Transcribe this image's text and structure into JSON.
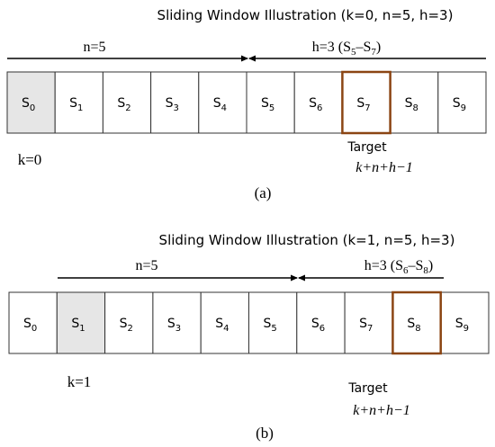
{
  "colors": {
    "highlight_fill": "#e6e6e6",
    "target_border": "#8b4513",
    "cell_border": "#333333",
    "arrow": "#000000"
  },
  "panels": [
    {
      "title": "Sliding Window Illustration (k=0, n=5, h=3)",
      "n_label": "n=5",
      "h_label_prefix": "h=3 (S",
      "h_sub_start": "5",
      "h_mid": "–S",
      "h_sub_end": "7",
      "h_suffix": ")",
      "k_label": "k=0",
      "target_label": "Target",
      "target_formula": "k+n+h−1",
      "caption": "(a)",
      "highlight_index": 0,
      "target_index": 7,
      "cells": [
        {
          "base": "S",
          "sub": "0"
        },
        {
          "base": "S",
          "sub": "1"
        },
        {
          "base": "S",
          "sub": "2"
        },
        {
          "base": "S",
          "sub": "3"
        },
        {
          "base": "S",
          "sub": "4"
        },
        {
          "base": "S",
          "sub": "5"
        },
        {
          "base": "S",
          "sub": "6"
        },
        {
          "base": "S",
          "sub": "7"
        },
        {
          "base": "S",
          "sub": "8"
        },
        {
          "base": "S",
          "sub": "9"
        }
      ]
    },
    {
      "title": "Sliding Window Illustration (k=1, n=5, h=3)",
      "n_label": "n=5",
      "h_label_prefix": "h=3 (S",
      "h_sub_start": "6",
      "h_mid": "–S",
      "h_sub_end": "8",
      "h_suffix": ")",
      "k_label": "k=1",
      "target_label": "Target",
      "target_formula": "k+n+h−1",
      "caption": "(b)",
      "highlight_index": 1,
      "target_index": 8,
      "cells": [
        {
          "base": "S",
          "sub": "0"
        },
        {
          "base": "S",
          "sub": "1"
        },
        {
          "base": "S",
          "sub": "2"
        },
        {
          "base": "S",
          "sub": "3"
        },
        {
          "base": "S",
          "sub": "4"
        },
        {
          "base": "S",
          "sub": "5"
        },
        {
          "base": "S",
          "sub": "6"
        },
        {
          "base": "S",
          "sub": "7"
        },
        {
          "base": "S",
          "sub": "8"
        },
        {
          "base": "S",
          "sub": "9"
        }
      ]
    }
  ]
}
